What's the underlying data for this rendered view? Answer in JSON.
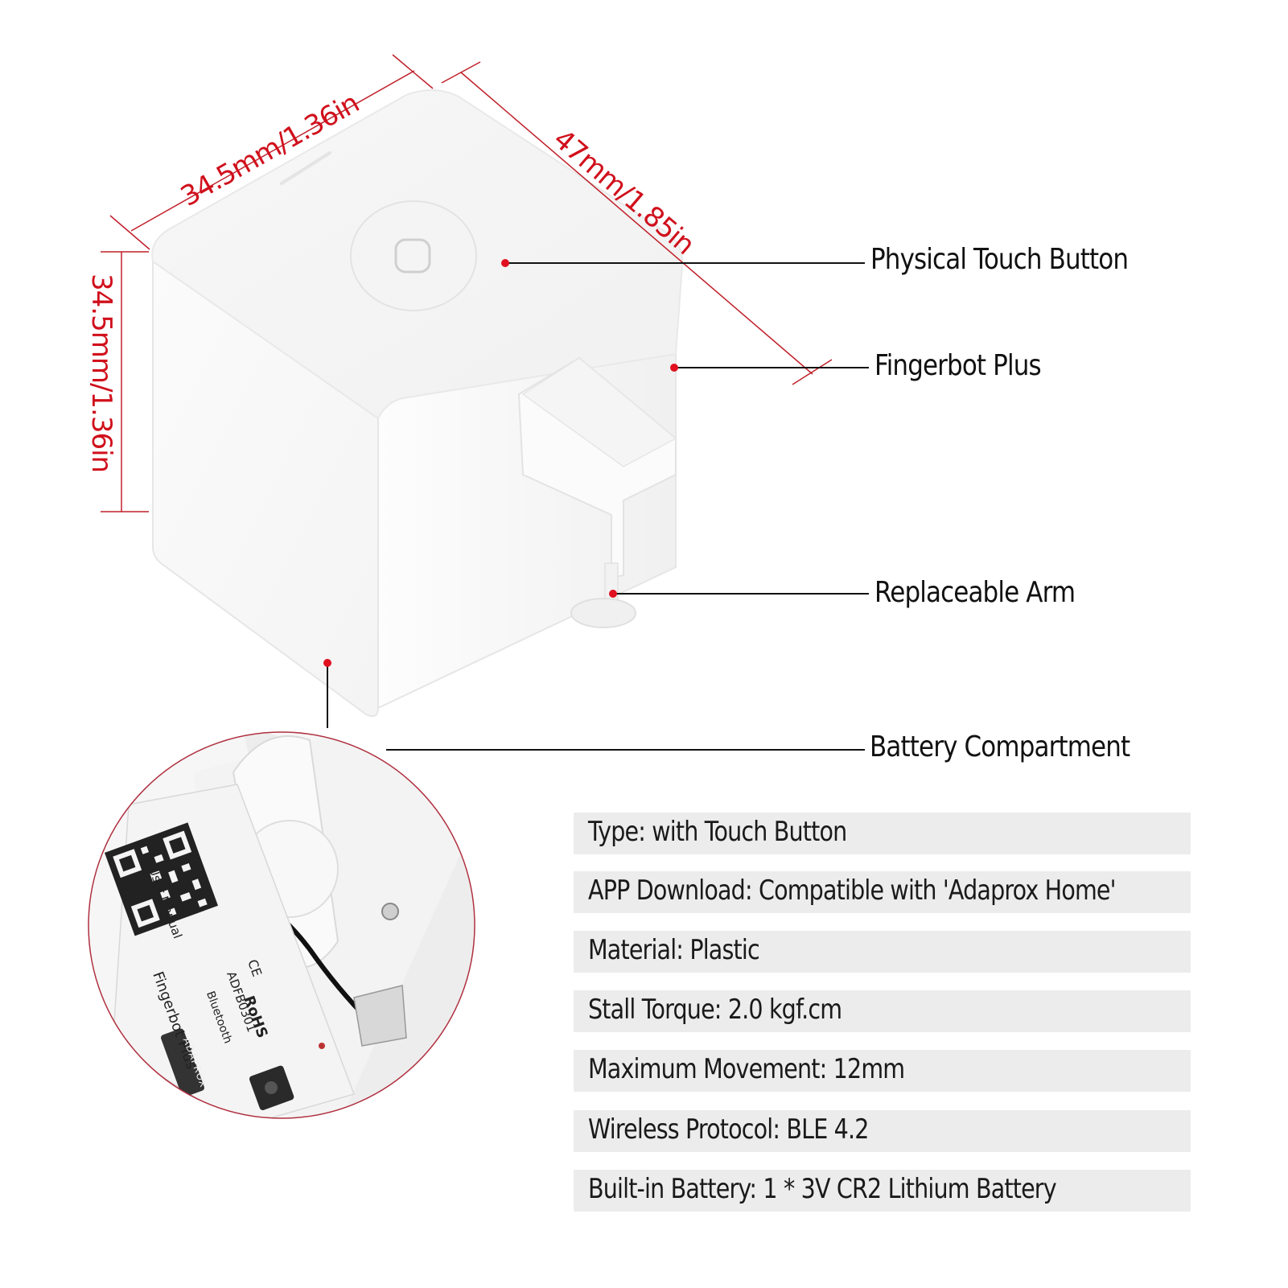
{
  "product": {
    "name": "Fingerbot Plus",
    "accent_color": "#d0101c",
    "leader_color": "#111111"
  },
  "dimensions": {
    "width": "34.5mm/1.36in",
    "depth": "47mm/1.85in",
    "height": "34.5mm/1.36in"
  },
  "callouts": [
    {
      "label": "Physical Touch Button"
    },
    {
      "label": "Fingerbot Plus"
    },
    {
      "label": "Replaceable Arm"
    },
    {
      "label": "Battery Compartment"
    }
  ],
  "battery_inset": {
    "label_lines": [
      "User Manual",
      "Fingerbot Plus",
      "Bluetooth",
      "ADFB0301",
      "RoHS",
      "CE"
    ],
    "brand_badge": "ADAPROX"
  },
  "specs": [
    {
      "text": "Type: with Touch Button"
    },
    {
      "text": "APP Download: Compatible with 'Adaprox Home'"
    },
    {
      "text": "Material: Plastic"
    },
    {
      "text": "Stall Torque: 2.0 kgf.cm"
    },
    {
      "text": "Maximum Movement: 12mm"
    },
    {
      "text": "Wireless Protocol: BLE 4.2"
    },
    {
      "text": "Built-in Battery: 1 * 3V CR2 Lithium Battery"
    }
  ]
}
